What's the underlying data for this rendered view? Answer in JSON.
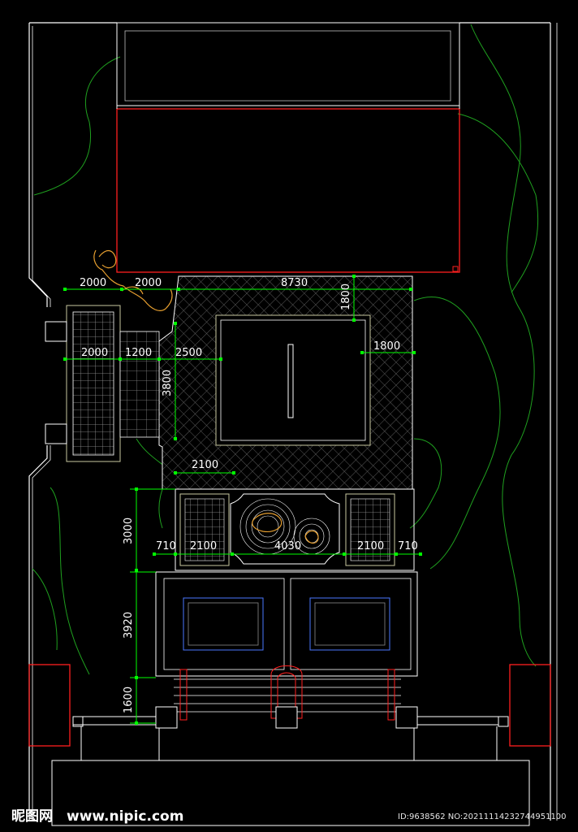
{
  "dimensions": {
    "top_2000_left": "2000",
    "top_2000_right": "2000",
    "top_8730": "8730",
    "vert_1800": "1800",
    "mid_2000": "2000",
    "mid_1200": "1200",
    "mid_2500": "2500",
    "right_1800": "1800",
    "vert_3800": "3800",
    "dim_2100_top": "2100",
    "vert_3000": "3000",
    "row_710_left": "710",
    "row_2100_left": "2100",
    "row_4030": "4030",
    "row_2100_right": "2100",
    "row_710_right": "710",
    "vert_3920": "3920",
    "vert_1600": "1600"
  },
  "watermark": {
    "logo_text": "昵图网",
    "site": "www.nipic.com",
    "id_text": "ID:9638562 NO:20211114232744951100"
  },
  "colors": {
    "background": "#000000",
    "outline": "#ffffff",
    "building": "#ff2020",
    "dimension": "#00ff00",
    "vegetation": "#1fa01f",
    "rock": "#e8a030",
    "hatch": "#6a6a6a",
    "furniture": "#4a78ff",
    "inner_line": "#c8c8a0"
  }
}
